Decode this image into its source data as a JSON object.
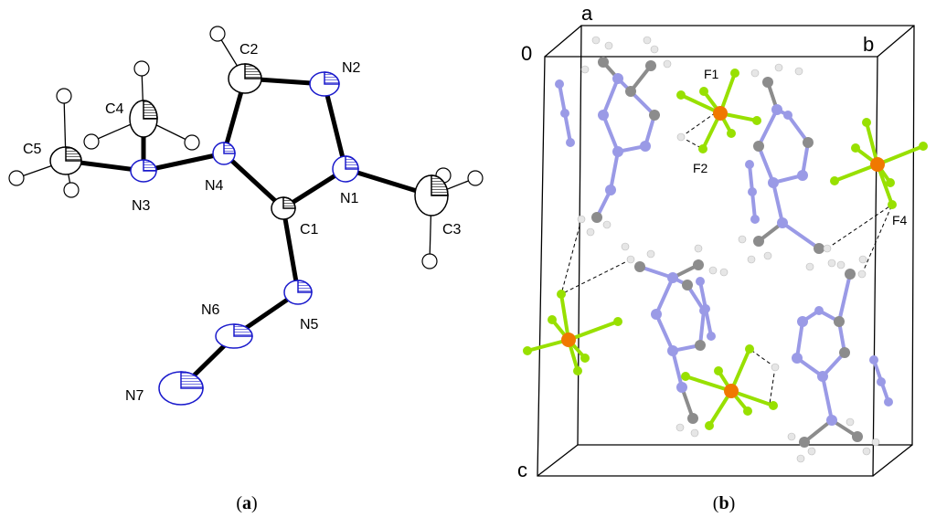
{
  "panel_a": {
    "caption": {
      "open": "(",
      "letter": "a",
      "close": ")"
    },
    "atoms": [
      "C2",
      "N2",
      "C4",
      "C5",
      "N3",
      "N4",
      "N1",
      "C1",
      "C3",
      "N6",
      "N5",
      "N7"
    ]
  },
  "panel_b": {
    "caption": {
      "open": "(",
      "letter": "b",
      "close": ")"
    },
    "axes": {
      "origin": "0",
      "a": "a",
      "b": "b",
      "c": "c"
    },
    "fluorine_labels": [
      "F1",
      "F2",
      "F4"
    ]
  },
  "colors": {
    "nitrogen": "#9a9ae6",
    "carbon": "#8c8c8c",
    "hydrogen": "#e6e6e6",
    "phosphorus": "#f07800",
    "fluorine": "#98e000",
    "ellipsoid_n": "#1a1acc"
  }
}
